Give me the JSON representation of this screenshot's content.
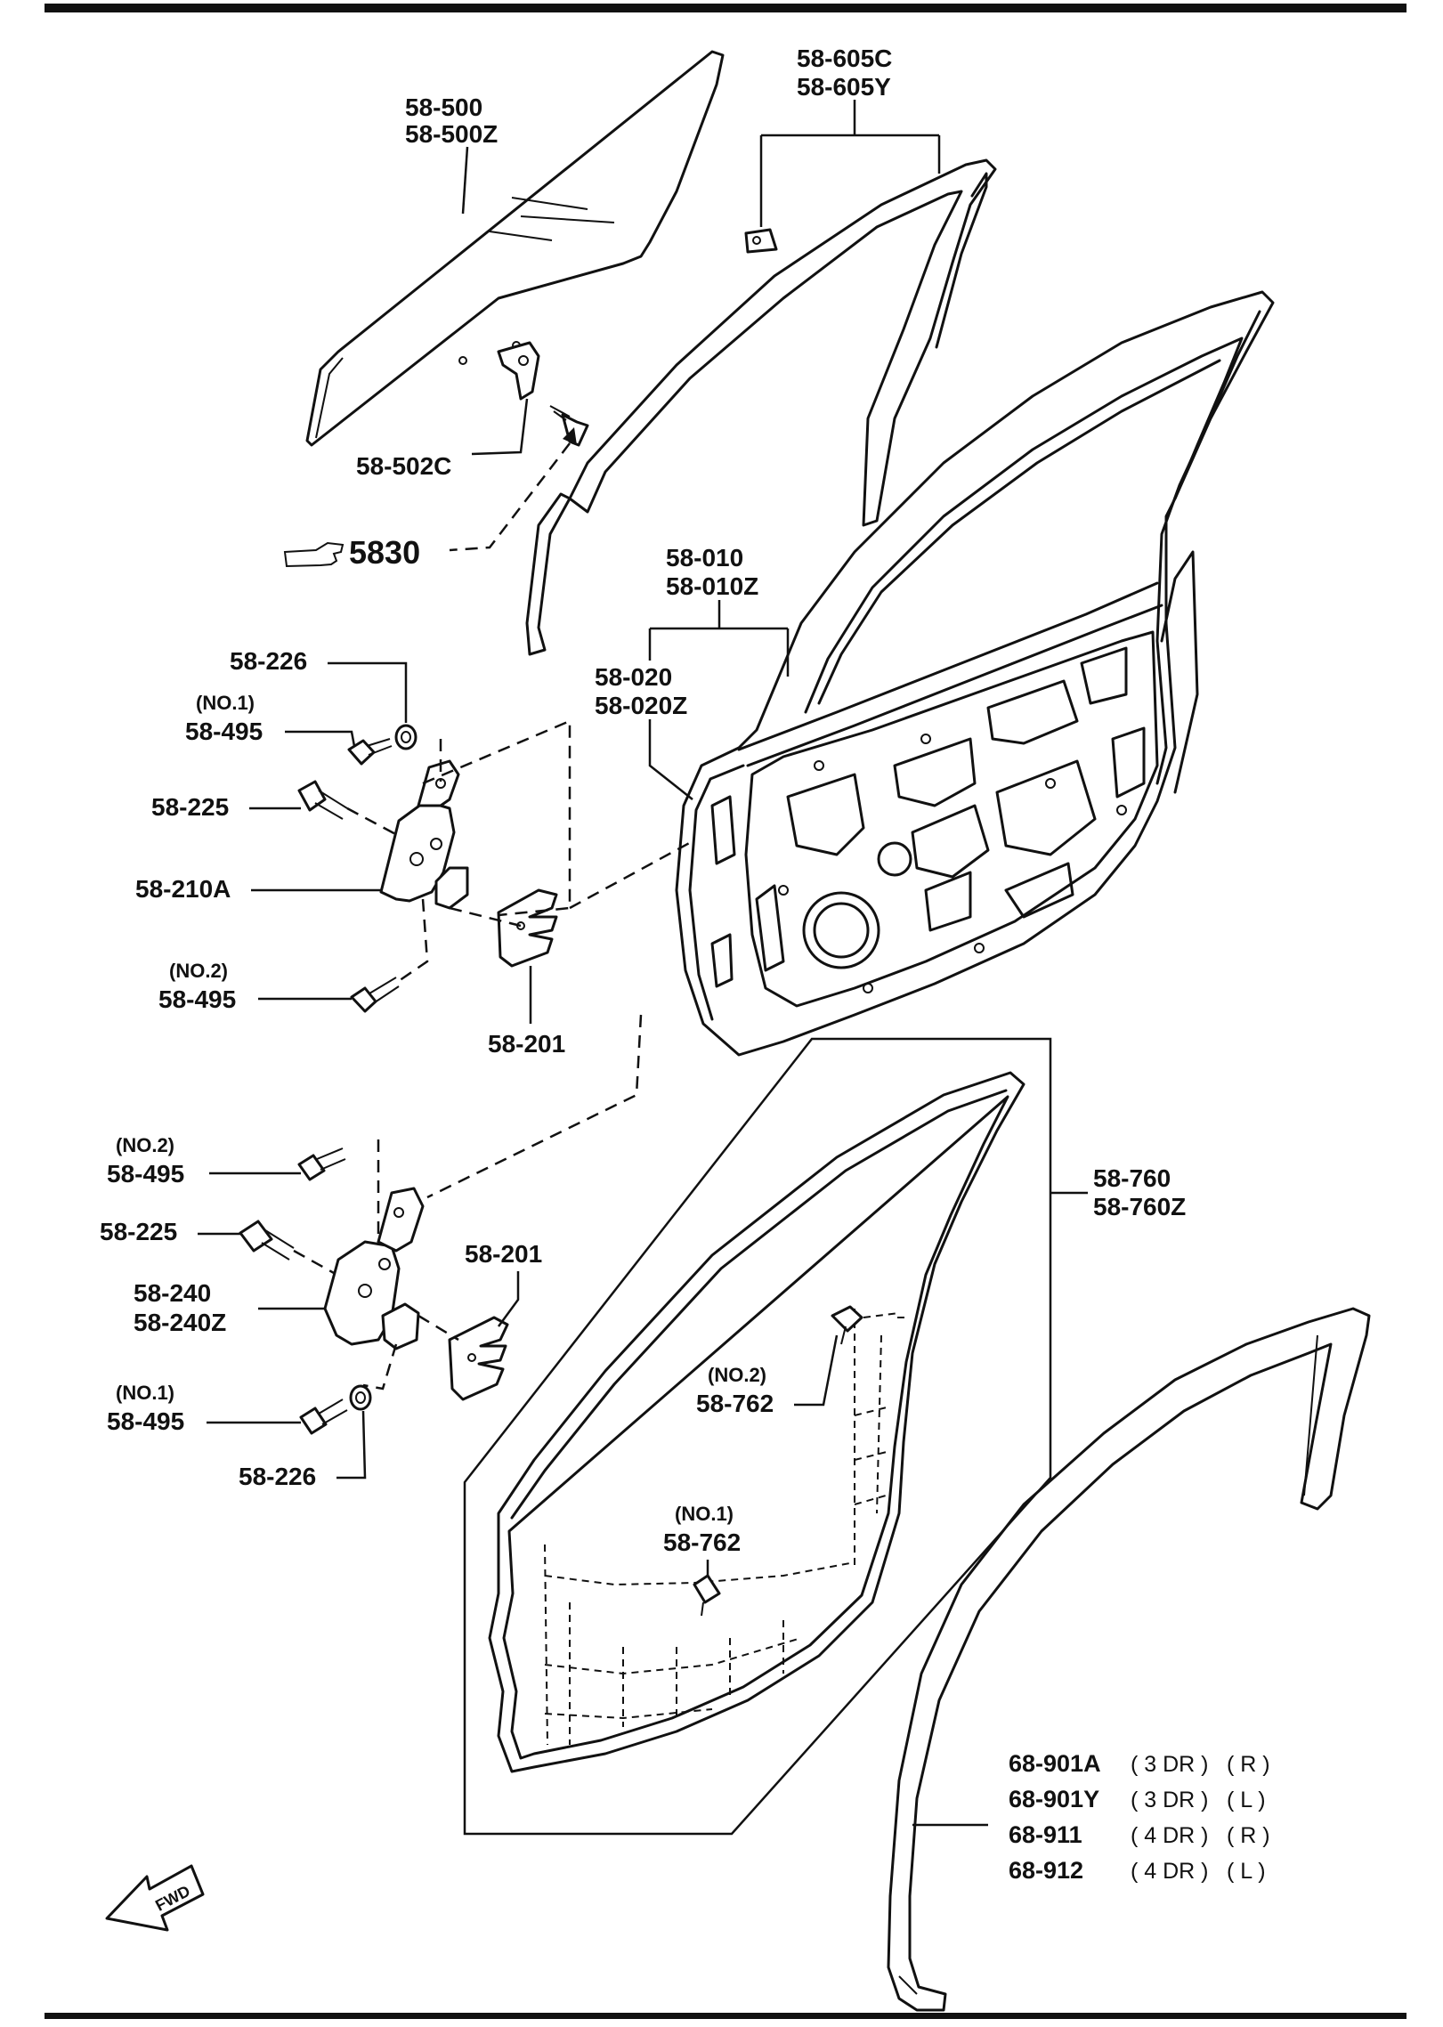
{
  "callouts": {
    "c_58_500": "58-500",
    "c_58_500z": "58-500Z",
    "c_58_605c": "58-605C",
    "c_58_605y": "58-605Y",
    "c_58_502c": "58-502C",
    "c_5830": "5830",
    "c_58_010": "58-010",
    "c_58_010z": "58-010Z",
    "c_58_020": "58-020",
    "c_58_020z": "58-020Z",
    "c_58_226_a": "58-226",
    "c_no1_a": "(NO.1)",
    "c_58_495_a": "58-495",
    "c_58_225_a": "58-225",
    "c_58_210a": "58-210A",
    "c_no2_a": "(NO.2)",
    "c_58_495_b": "58-495",
    "c_58_201_a": "58-201",
    "c_no2_b": "(NO.2)",
    "c_58_495_c": "58-495",
    "c_58_225_b": "58-225",
    "c_58_240": "58-240",
    "c_58_240z": "58-240Z",
    "c_58_201_b": "58-201",
    "c_no1_b": "(NO.1)",
    "c_58_495_d": "58-495",
    "c_58_226_b": "58-226",
    "c_58_760": "58-760",
    "c_58_760z": "58-760Z",
    "c_no2_c": "(NO.2)",
    "c_58_762_a": "58-762",
    "c_no1_c": "(NO.1)",
    "c_58_762_b": "58-762",
    "fwd": "FWD"
  },
  "weatherstrip_table": [
    {
      "part": "68-901A",
      "spec1": "( 3 DR )",
      "spec2": "( R )"
    },
    {
      "part": "68-901Y",
      "spec1": "( 3 DR )",
      "spec2": "( L )"
    },
    {
      "part": "68-911",
      "spec1": "( 4 DR )",
      "spec2": "( R )"
    },
    {
      "part": "68-912",
      "spec1": "( 4 DR )",
      "spec2": "( L )"
    }
  ]
}
